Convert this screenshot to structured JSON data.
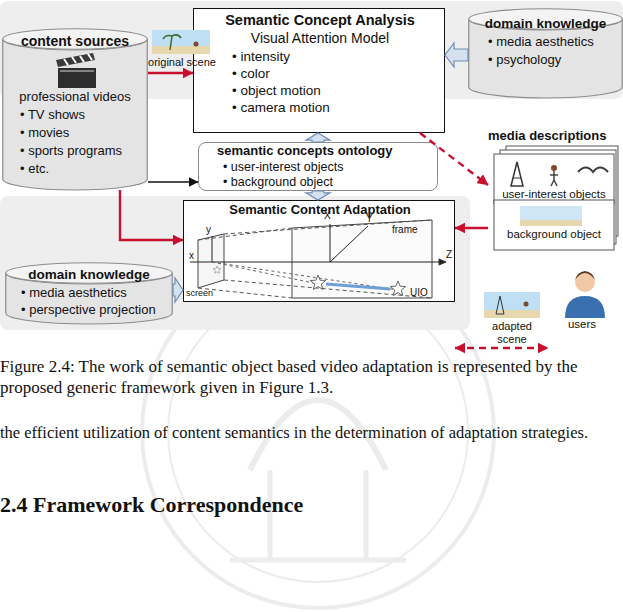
{
  "diagram": {
    "caption": "Figure 2.4: The work of semantic object based video adaptation is represented by the proposed generic framework given in Figure 1.3.",
    "nodes": [
      {
        "text": [
          "content sources",
          "professional videos",
          "• TV shows",
          "• movies",
          "• sports programs",
          "• etc."
        ]
      },
      {
        "text": [
          "Semantic Concept Analysis",
          "Visual Attention Model",
          "• intensity",
          "• color",
          "• object motion",
          "• camera motion"
        ]
      },
      {
        "text": [
          "domain knowledge",
          "• media aesthetics",
          "• psychology"
        ]
      },
      {
        "text": [
          "semantic concepts ontology",
          "• user-interest objects",
          "• background object"
        ]
      },
      {
        "text": [
          "media descriptions",
          "user-interest objects",
          "background object"
        ]
      },
      {
        "text": [
          "Semantic Content Adaptation"
        ]
      },
      {
        "text": [
          "domain knowledge",
          "• media aesthetics",
          "• perspective projection"
        ]
      },
      {
        "text": [
          "users"
        ]
      }
    ],
    "edges": [
      {
        "from": 0,
        "to": 1,
        "arrow": "to"
      },
      {
        "from": 0,
        "to": 3,
        "arrow": "to"
      },
      {
        "from": 0,
        "to": 5,
        "arrow": "to"
      },
      {
        "from": 2,
        "to": 1,
        "arrow": "to"
      },
      {
        "from": 3,
        "to": 1,
        "arrow": "to"
      },
      {
        "from": 3,
        "to": 5,
        "arrow": "to"
      },
      {
        "from": 1,
        "to": 4,
        "arrow": "to"
      },
      {
        "from": 4,
        "to": 5,
        "arrow": "to"
      },
      {
        "from": 6,
        "to": 5,
        "arrow": "to"
      },
      {
        "from": 5,
        "to": 7,
        "arrow": "both"
      }
    ],
    "labels": [
      "original scene",
      "y",
      "X",
      "Y",
      "frame",
      "x",
      "Z",
      "screen",
      "UIO",
      "adapted scene",
      "the efficient utilization of content semantics in the determination of adaptation strategies.",
      "2.4 Framework Correspondence"
    ]
  }
}
